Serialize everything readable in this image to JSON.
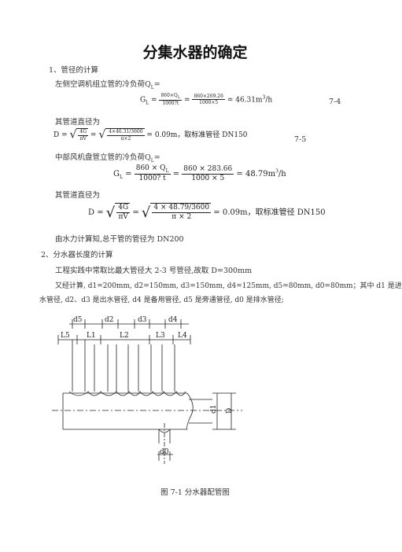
{
  "title": "分集水器的确定",
  "sec1": "1、管径的计算",
  "p1": "左侧空调机组立管的冷负荷Q",
  "p1_sub": "L",
  "p1_tail": "=",
  "eq1": {
    "lhs": "G",
    "lhs_sub": "L",
    "f1_num": "860×Q",
    "f1_num_sub": "L",
    "f1_den": "1000?t",
    "f2_num": "860×269.26",
    "f2_den": "1000×5",
    "result": "= 46.31m",
    "sup": "3",
    "unit": "/h",
    "no": "7-4"
  },
  "p2": "其管道直径为",
  "eq2": {
    "lhs": "D =",
    "f1_num": "4G",
    "f1_den": "πV",
    "f2_num": "4×46.31/3600",
    "f2_den": "π×2",
    "result": "= 0.09m，取标准管径 DN150",
    "no": "7-5"
  },
  "p3": "中部风机盘管立管的冷负荷Q",
  "p3_sub": "L",
  "p3_tail": "=",
  "eq3": {
    "lhs": "G",
    "lhs_sub": "L",
    "f1_num": "860 × Q",
    "f1_num_sub": "L",
    "f1_den": "1000? t",
    "f2_num": "860 × 283.66",
    "f2_den": "1000 × 5",
    "result": "= 48.79m",
    "sup": "3",
    "unit": "/h"
  },
  "p4": "其管道直径为",
  "eq4": {
    "lhs": "D =",
    "f1_num": "4G",
    "f1_den": "πV",
    "f2_num": "4 × 48.79/3600",
    "f2_den": "π × 2",
    "result": "= 0.09m，取标准管径 DN150"
  },
  "p5": "由水力计算知,总干管的管径为 DN200",
  "sec2": "2、分水器长度的计算",
  "p6": "工程实践中常取比最大管径大 2-3 号管径,故取 D=300mm",
  "p7a": "又经计算, d1=200mm, d2=150mm, d3=150mm, d4=125mm, d5=80mm, d0=80mm；其中 d1 是进",
  "p7b": "水管径, d2、d3 是出水管径, d4 是备用管径, d5 是旁通管径, d0 是排水管径;",
  "diagram": {
    "labels_top": [
      "d5",
      "d2",
      "d3",
      "d4"
    ],
    "labels_l": [
      "L5",
      "L1",
      "L2",
      "L3",
      "L4"
    ],
    "label_d1": "d1",
    "label_D": "D",
    "label_d0": "d0"
  },
  "caption": "图 7-1  分水器配管图"
}
